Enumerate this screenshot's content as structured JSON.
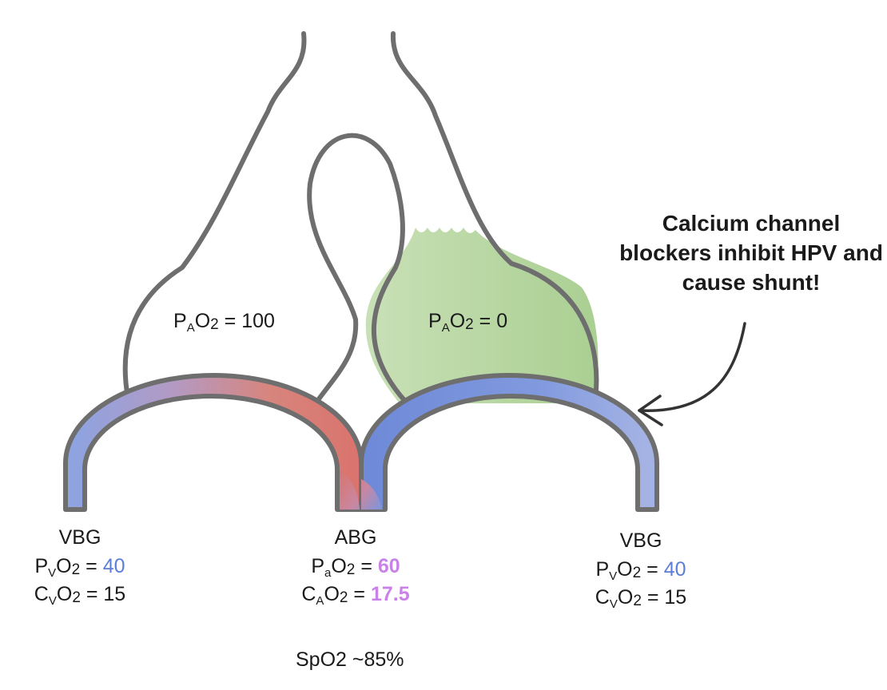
{
  "callout": {
    "line1": "Calcium channel",
    "line2": "blockers inhibit HPV",
    "line3": "and cause shunt!"
  },
  "alveoli": {
    "left": {
      "prefix": "P",
      "sub": "A",
      "gas": "O",
      "gas_sub": "2",
      "equals": " = ",
      "value": "100"
    },
    "right": {
      "prefix": "P",
      "sub": "A",
      "gas": "O",
      "gas_sub": "2",
      "equals": " = ",
      "value": "0"
    }
  },
  "gases": {
    "left": {
      "title": "VBG",
      "p_prefix": "P",
      "p_sub": "V",
      "p_gas": "O",
      "p_gas_sub": "2",
      "p_equals": " = ",
      "p_value": "40",
      "c_prefix": "C",
      "c_sub": "V",
      "c_gas": "O",
      "c_gas_sub": "2",
      "c_equals": " = ",
      "c_value": "15"
    },
    "center": {
      "title": "ABG",
      "p_prefix": "P",
      "p_sub": "a",
      "p_gas": "O",
      "p_gas_sub": "2",
      "p_equals": " = ",
      "p_value": "60",
      "c_prefix": "C",
      "c_sub": "A",
      "c_gas": "O",
      "c_gas_sub": "2",
      "c_equals": " = ",
      "c_value": "17.5"
    },
    "right": {
      "title": "VBG",
      "p_prefix": "P",
      "p_sub": "V",
      "p_gas": "O",
      "p_gas_sub": "2",
      "p_equals": " = ",
      "p_value": "40",
      "c_prefix": "C",
      "c_sub": "V",
      "c_gas": "O",
      "c_gas_sub": "2",
      "c_equals": " = ",
      "c_value": "15"
    }
  },
  "spo2": "SpO2 ~85%",
  "colors": {
    "outline": "#6e6e6e",
    "venous_blue": "#7f95dc",
    "arterial_red": "#d97a74",
    "alveolus_fill": "#b9d8a5",
    "value_blue": "#5a7ed8",
    "value_pink": "#c882e8"
  }
}
